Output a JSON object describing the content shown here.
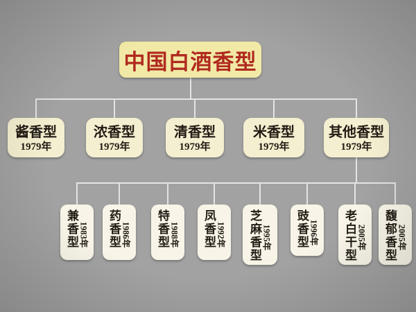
{
  "title": {
    "text": "中国白酒香型"
  },
  "colors": {
    "background": "#a2a2a2",
    "title_box": "#f1e9a5",
    "level2_box": "#f4efd0",
    "level3_box": "#f8f5e8",
    "connector": "#e4e4e4",
    "text": "#211b14",
    "title_text": "#b02a20"
  },
  "level2_nodes": [
    {
      "name": "酱香型",
      "year": "1979年"
    },
    {
      "name": "浓香型",
      "year": "1979年"
    },
    {
      "name": "清香型",
      "year": "1979年"
    },
    {
      "name": "米香型",
      "year": "1979年"
    },
    {
      "name": "其他香型",
      "year": "1979年"
    }
  ],
  "level3_nodes": [
    {
      "name": "兼香型",
      "year": "1983年"
    },
    {
      "name": "药香型",
      "year": "1986年"
    },
    {
      "name": "特香型",
      "year": "1988年"
    },
    {
      "name": "凤香型",
      "year": "1992年"
    },
    {
      "name": "芝麻香型",
      "year": "1995年"
    },
    {
      "name": "豉香型",
      "year": "1996年"
    },
    {
      "name": "老白干型",
      "year": "2005年"
    },
    {
      "name": "馥郁香型",
      "year": "2005年"
    }
  ]
}
